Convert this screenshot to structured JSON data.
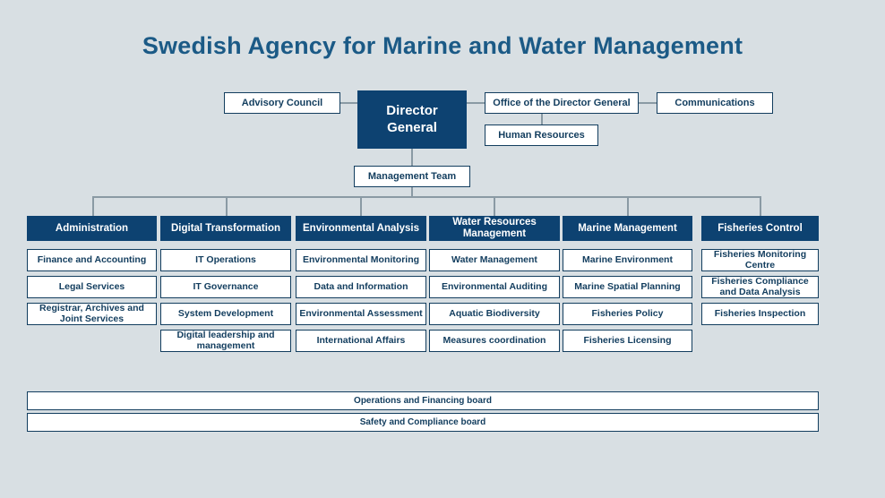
{
  "title": "Swedish Agency for Marine and Water Management",
  "colors": {
    "background": "#d8dfe3",
    "title_text": "#1b5a86",
    "header_fill": "#0d4271",
    "box_border": "#123d5e",
    "box_text": "#123d5e",
    "box_fill": "#ffffff",
    "connector": "#8a9aa4"
  },
  "top": {
    "director_general": "Director General",
    "advisory_council": "Advisory Council",
    "office_director_general": "Office of the Director General",
    "communications": "Communications",
    "human_resources": "Human Resources",
    "management_team": "Management Team"
  },
  "departments": [
    {
      "name": "Administration",
      "items": [
        "Finance and Accounting",
        "Legal Services",
        "Registrar, Archives and Joint Services"
      ]
    },
    {
      "name": "Digital Transformation",
      "items": [
        "IT Operations",
        "IT Governance",
        "System Development",
        "Digital leadership and management"
      ]
    },
    {
      "name": "Environmental Analysis",
      "items": [
        "Environmental Monitoring",
        "Data and Information",
        "Environmental Assessment",
        "International Affairs"
      ]
    },
    {
      "name": "Water Resources Management",
      "items": [
        "Water Management",
        "Environmental Auditing",
        "Aquatic Biodiversity",
        "Measures coordination"
      ]
    },
    {
      "name": "Marine Management",
      "items": [
        "Marine Environment",
        "Marine Spatial Planning",
        "Fisheries Policy",
        "Fisheries Licensing"
      ]
    },
    {
      "name": "Fisheries Control",
      "items": [
        "Fisheries Monitoring Centre",
        "Fisheries Compliance and Data Analysis",
        "Fisheries Inspection"
      ]
    }
  ],
  "boards": [
    "Operations and Financing board",
    "Safety and Compliance board"
  ]
}
